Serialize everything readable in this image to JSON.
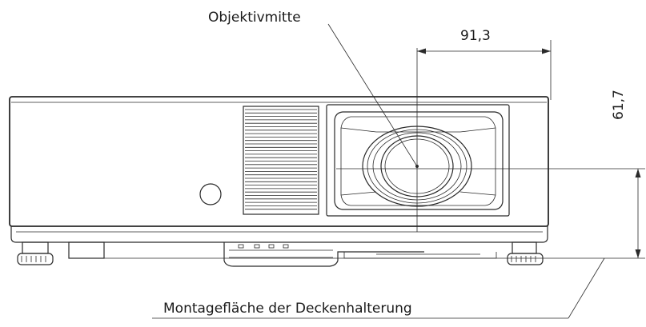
{
  "labels": {
    "lens_center": "Objektivmitte",
    "horizontal_offset": "91,3",
    "vertical_offset": "61,7",
    "mount_surface": "Montagefläche der Deckenhalterung"
  }
}
